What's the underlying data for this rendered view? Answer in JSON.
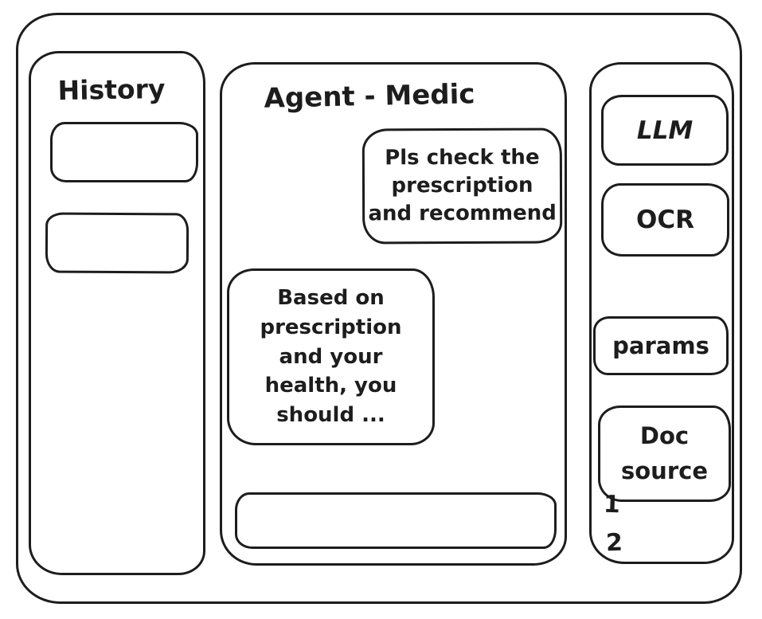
{
  "colors": {
    "ink": "#1d1d1d",
    "background": "#ffffff"
  },
  "history": {
    "title": "History",
    "items": [
      {
        "label": ""
      },
      {
        "label": ""
      }
    ]
  },
  "chat": {
    "title": "Agent - Medic",
    "messages": [
      {
        "role": "user",
        "text": "Pls check the\nprescription\nand recommend"
      },
      {
        "role": "assistant",
        "text": "Based on\nprescription\nand your\nhealth, you\nshould ..."
      }
    ],
    "input": {
      "value": "",
      "placeholder": ""
    }
  },
  "tools": {
    "llm_label": "LLM",
    "ocr_label": "OCR",
    "params_label": "params",
    "doc_source_label": "Doc\nsource",
    "doc_source_items": [
      "1",
      "2"
    ]
  }
}
